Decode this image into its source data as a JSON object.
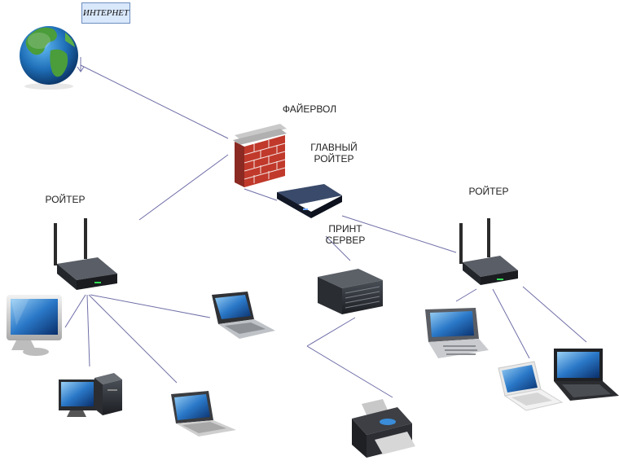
{
  "internet": {
    "label": "ИНТЕРНЕТ"
  },
  "firewall": {
    "label": "ФАЙЕРВОЛ"
  },
  "main_router": {
    "label_line1": "ГЛАВНЫЙ",
    "label_line2": "РОЙТЕР"
  },
  "left_router": {
    "label": "РОЙТЕР"
  },
  "right_router": {
    "label": "РОЙТЕР"
  },
  "print_server": {
    "label_line1": "ПРИНТ",
    "label_line2": "СЕРВЕР"
  },
  "colors": {
    "link": "#6f6fa8",
    "box_fill": "#dae8fc",
    "box_stroke": "#6c8ebf"
  },
  "icons": [
    "globe-icon",
    "firewall-icon",
    "router-icon",
    "server-icon",
    "printer-icon",
    "monitor-icon",
    "desktop-pc-icon",
    "laptop-icon",
    "handheld-device-icon"
  ]
}
